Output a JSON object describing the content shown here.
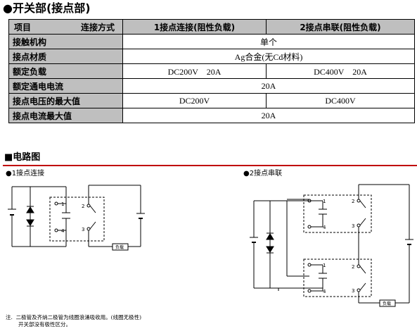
{
  "switch_section": {
    "title": "●开关部(接点部)",
    "table": {
      "header": {
        "item": "项目",
        "method": "连接方式",
        "col1": "1接点连接(阻性负载)",
        "col2": "2接点串联(阻性负载)"
      },
      "rows": [
        {
          "label": "接触机构",
          "span": "单个"
        },
        {
          "label": "接点材质",
          "span": "Ag合金(无Cd材料)"
        },
        {
          "label": "额定负载",
          "col1": "DC200V　20A",
          "col2": "DC400V　20A"
        },
        {
          "label": "额定通电电流",
          "span": "20A"
        },
        {
          "label": "接点电压的最大值",
          "col1": "DC200V",
          "col2": "DC400V"
        },
        {
          "label": "接点电流最大值",
          "span": "20A"
        }
      ]
    }
  },
  "circuit_section": {
    "title": "■电路图",
    "diagram1": {
      "title": "●1接点连接",
      "terminals": [
        "1",
        "2",
        "3",
        "4"
      ],
      "load": "负载"
    },
    "diagram2": {
      "title": "●2接点串联",
      "terminals_top": [
        "1",
        "2",
        "3",
        "4"
      ],
      "terminals_bottom": [
        "1",
        "2",
        "3",
        "4"
      ],
      "load": "负载"
    }
  },
  "note": {
    "prefix": "注.",
    "line1": "二极管及齐纳二极管为线圈浪涌吸收用。(线圈无极性)",
    "line2": "开关部没有极性区分。"
  }
}
